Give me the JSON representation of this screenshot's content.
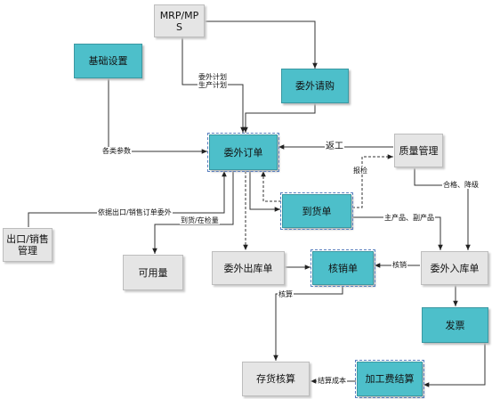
{
  "nodes": {
    "mrp": {
      "label": "MRP/MP\nS",
      "style": "grey"
    },
    "basic": {
      "label": "基础设置",
      "style": "cyan"
    },
    "request": {
      "label": "委外请购",
      "style": "cyan"
    },
    "order": {
      "label": "委外订单",
      "style": "cyan"
    },
    "quality": {
      "label": "质量管理",
      "style": "grey"
    },
    "arrival": {
      "label": "到货单",
      "style": "cyan"
    },
    "export_sales": {
      "label": "出口/销售\n管理",
      "style": "grey"
    },
    "available": {
      "label": "可用量",
      "style": "grey"
    },
    "outbound": {
      "label": "委外出库单",
      "style": "grey"
    },
    "writeoff": {
      "label": "核销单",
      "style": "cyan"
    },
    "inbound": {
      "label": "委外入库单",
      "style": "grey"
    },
    "invoice": {
      "label": "发票",
      "style": "cyan"
    },
    "inventory": {
      "label": "存货核算",
      "style": "grey"
    },
    "processing_fee": {
      "label": "加工费结算",
      "style": "cyan"
    }
  },
  "edge_labels": {
    "plan": "委外计划\n生产计划",
    "params": "各类参数",
    "rework": "返工",
    "inspect": "报检",
    "qualified": "合格、降级",
    "by_export": "依据出口/销售订单委外",
    "arrival_status": "到货/在检量",
    "products": "主产品、副产品",
    "writeoff": "核销",
    "accounting": "核算",
    "settle_cost": "结算成本"
  }
}
